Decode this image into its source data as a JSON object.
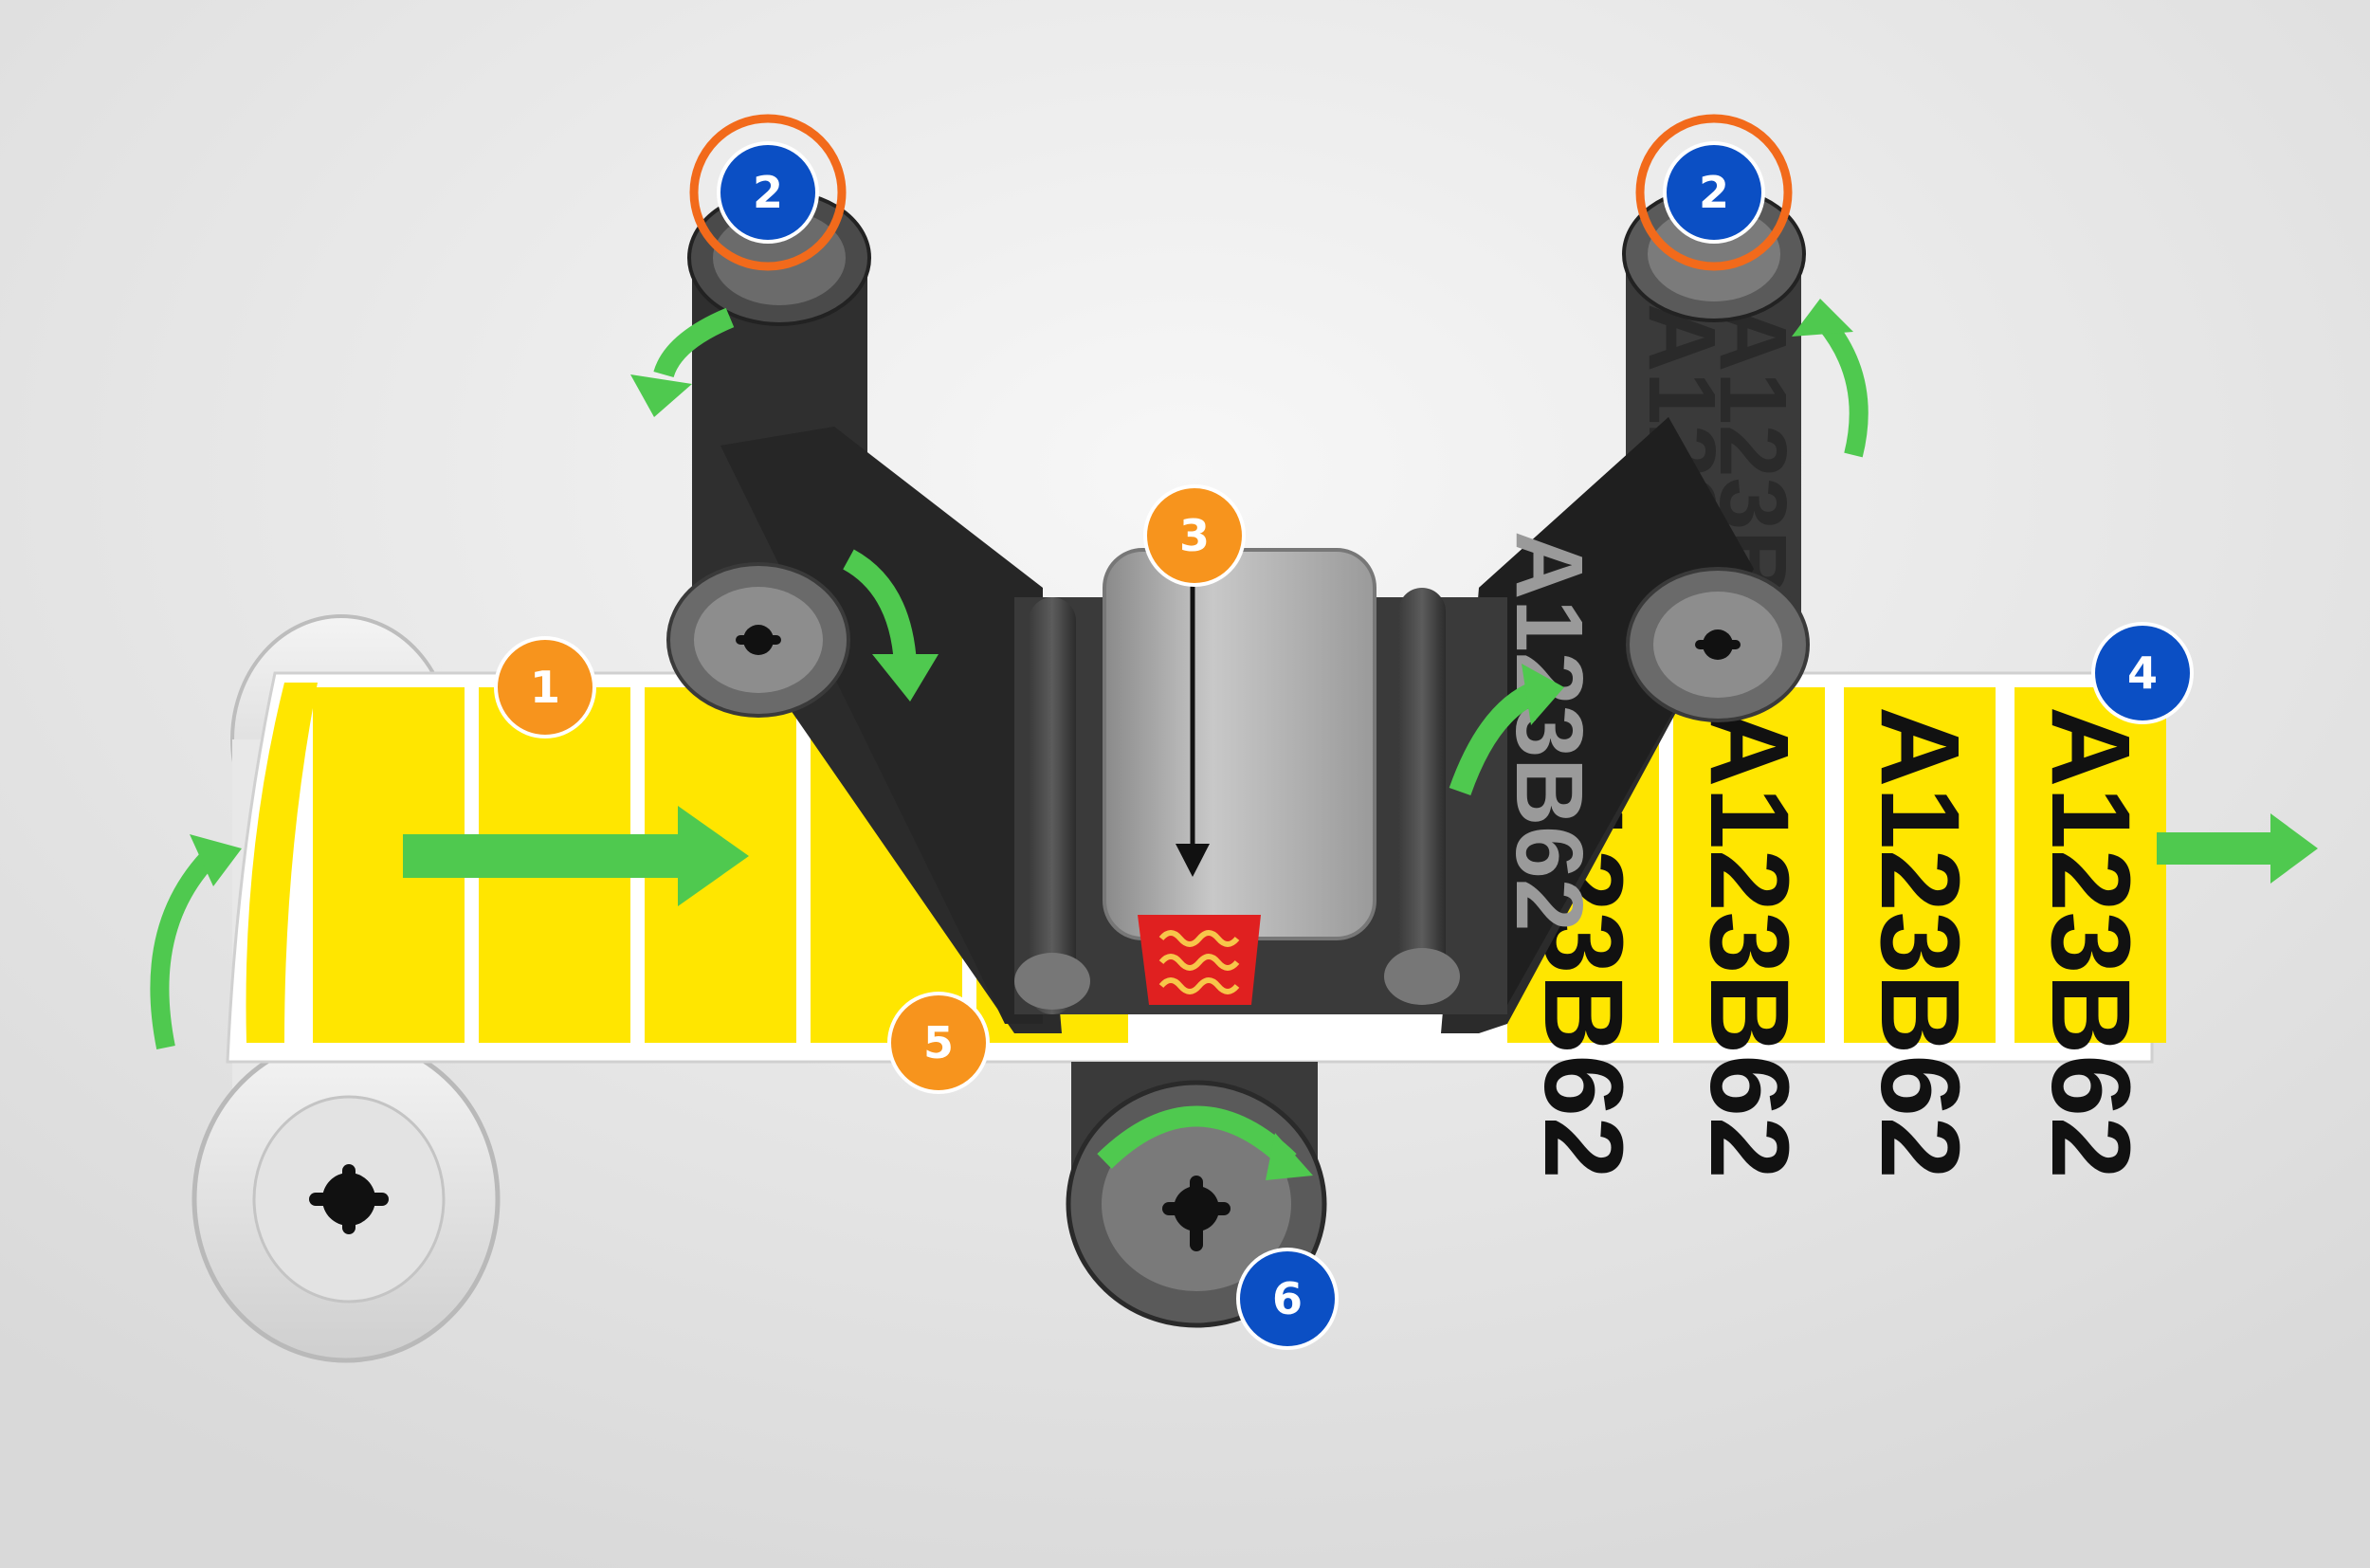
{
  "colors": {
    "label_yellow": "#FFE600",
    "ribbon_black": "#2B2B2B",
    "arrow_green": "#4FC94F",
    "badge_orange": "#F7941D",
    "badge_blue": "#0B4FC4",
    "heater_red": "#E02020",
    "highlight_ring": "#F26A1B"
  },
  "callouts": [
    {
      "id": "1",
      "label": "1",
      "color": "orange"
    },
    {
      "id": "2a",
      "label": "2",
      "color": "blue",
      "ring": true
    },
    {
      "id": "2b",
      "label": "2",
      "color": "blue",
      "ring": true
    },
    {
      "id": "3",
      "label": "3",
      "color": "orange"
    },
    {
      "id": "4",
      "label": "4",
      "color": "blue"
    },
    {
      "id": "5",
      "label": "5",
      "color": "orange"
    },
    {
      "id": "6",
      "label": "6",
      "color": "blue"
    }
  ],
  "printed_labels": [
    {
      "text": "A123B62"
    },
    {
      "text": "A123B62"
    },
    {
      "text": "A123B62"
    },
    {
      "text": "A123B62"
    }
  ],
  "ribbon_text": "A123B62",
  "icons": [
    "flow-arrow-icon",
    "rotation-arrow-icon",
    "spindle-hub-icon",
    "heater-element-icon",
    "press-arrow-icon"
  ]
}
